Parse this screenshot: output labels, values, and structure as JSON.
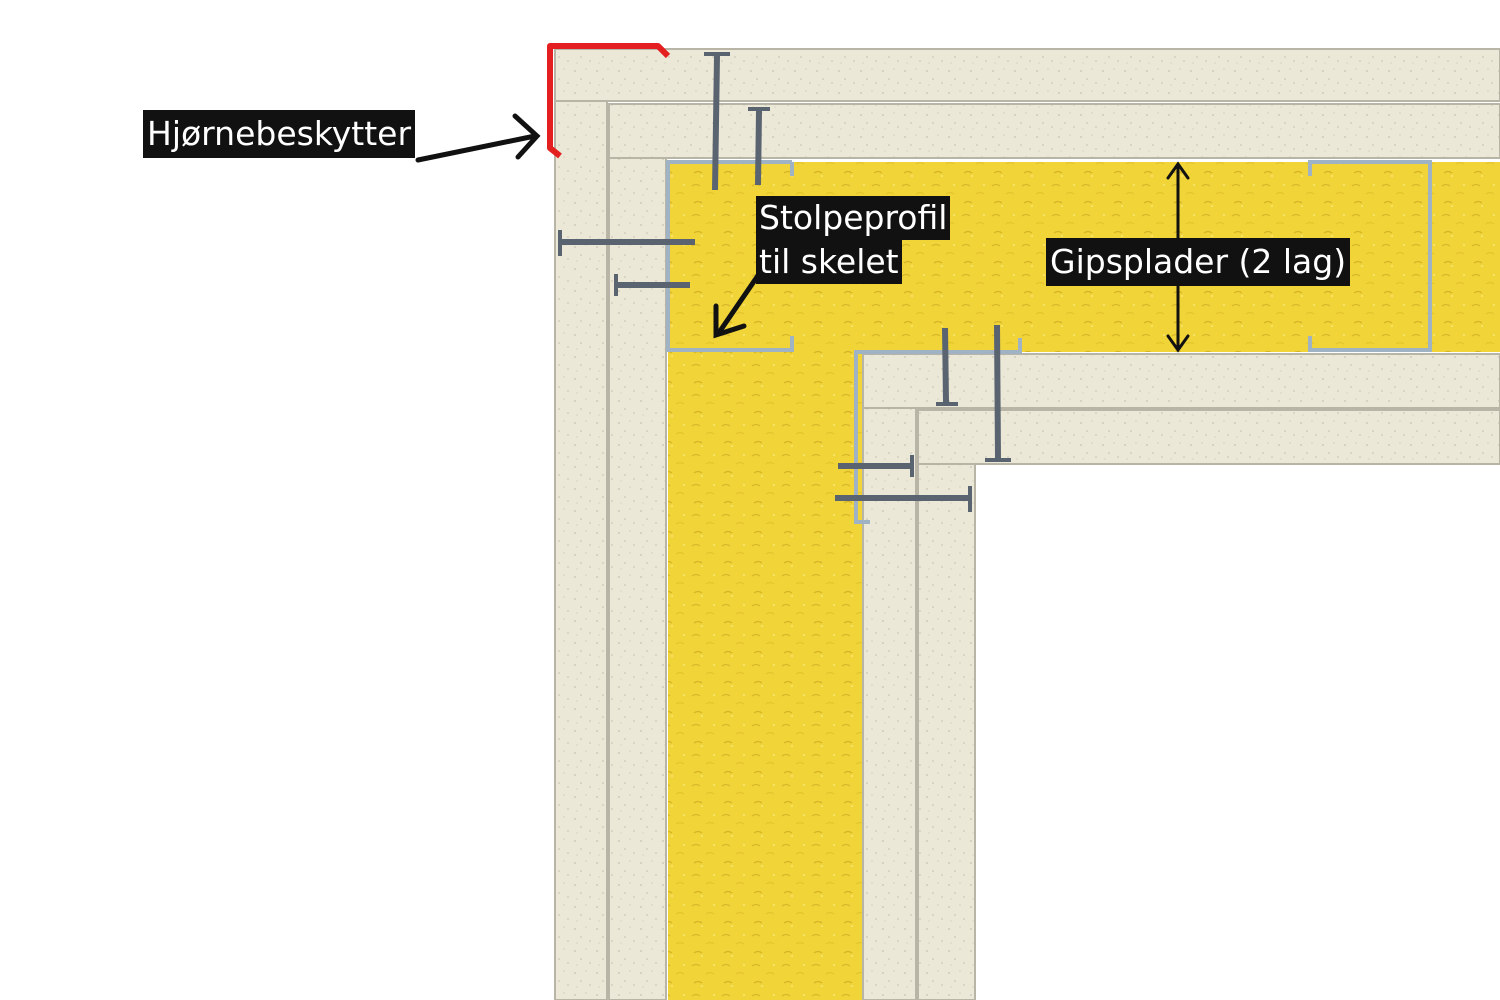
{
  "labels": {
    "corner_protector": "Hjørnebeskytter",
    "stud_profile_line1": "Stolpeprofil",
    "stud_profile_line2": "til skelet",
    "plasterboards": "Gipsplader (2 lag)"
  },
  "colors": {
    "board": "#ece8d8",
    "board_edge": "#b9b5a6",
    "insulation": "#f1d437",
    "steel": "#9fb3c4",
    "corner_protector": "#e41f1f",
    "screw": "#5a6470",
    "label_bg": "#111111",
    "label_text": "#ffffff"
  }
}
